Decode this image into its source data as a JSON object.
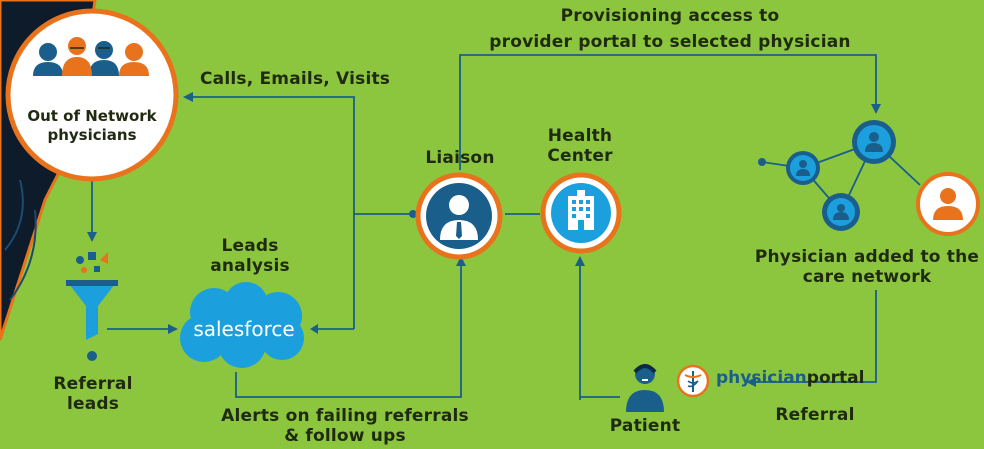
{
  "labels": {
    "provisioning": [
      "Provisioning access to",
      "provider portal to selected physician"
    ],
    "calls": "Calls, Emails, Visits",
    "out_of_network": [
      "Out of Network",
      "physicians"
    ],
    "leads_analysis": [
      "Leads",
      "analysis"
    ],
    "liaison": "Liaison",
    "health_center": [
      "Health",
      "Center"
    ],
    "physician_added": [
      "Physician added to the",
      "care network"
    ],
    "referral_leads": [
      "Referral",
      "leads"
    ],
    "alerts": [
      "Alerts on failing referrals",
      "& follow ups"
    ],
    "patient": "Patient",
    "referral": "Referral"
  },
  "brands": {
    "salesforce": "salesforce",
    "physicianportal_part1": "physician",
    "physicianportal_part2": "portal"
  },
  "colors": {
    "background": "#8cc63f",
    "accent_orange": "#e8731c",
    "accent_blue": "#1a5f8c",
    "salesforce_blue": "#1ca0dd",
    "line_blue": "#1a5f8c",
    "text_dark": "#1f2a10",
    "panel_dark": "#0d1b2a"
  },
  "icons": [
    "physicians-group-icon",
    "funnel-icon",
    "salesforce-cloud-icon",
    "liaison-person-icon",
    "building-icon",
    "network-icon",
    "doctor-icon",
    "patient-icon",
    "caduceus-icon"
  ]
}
